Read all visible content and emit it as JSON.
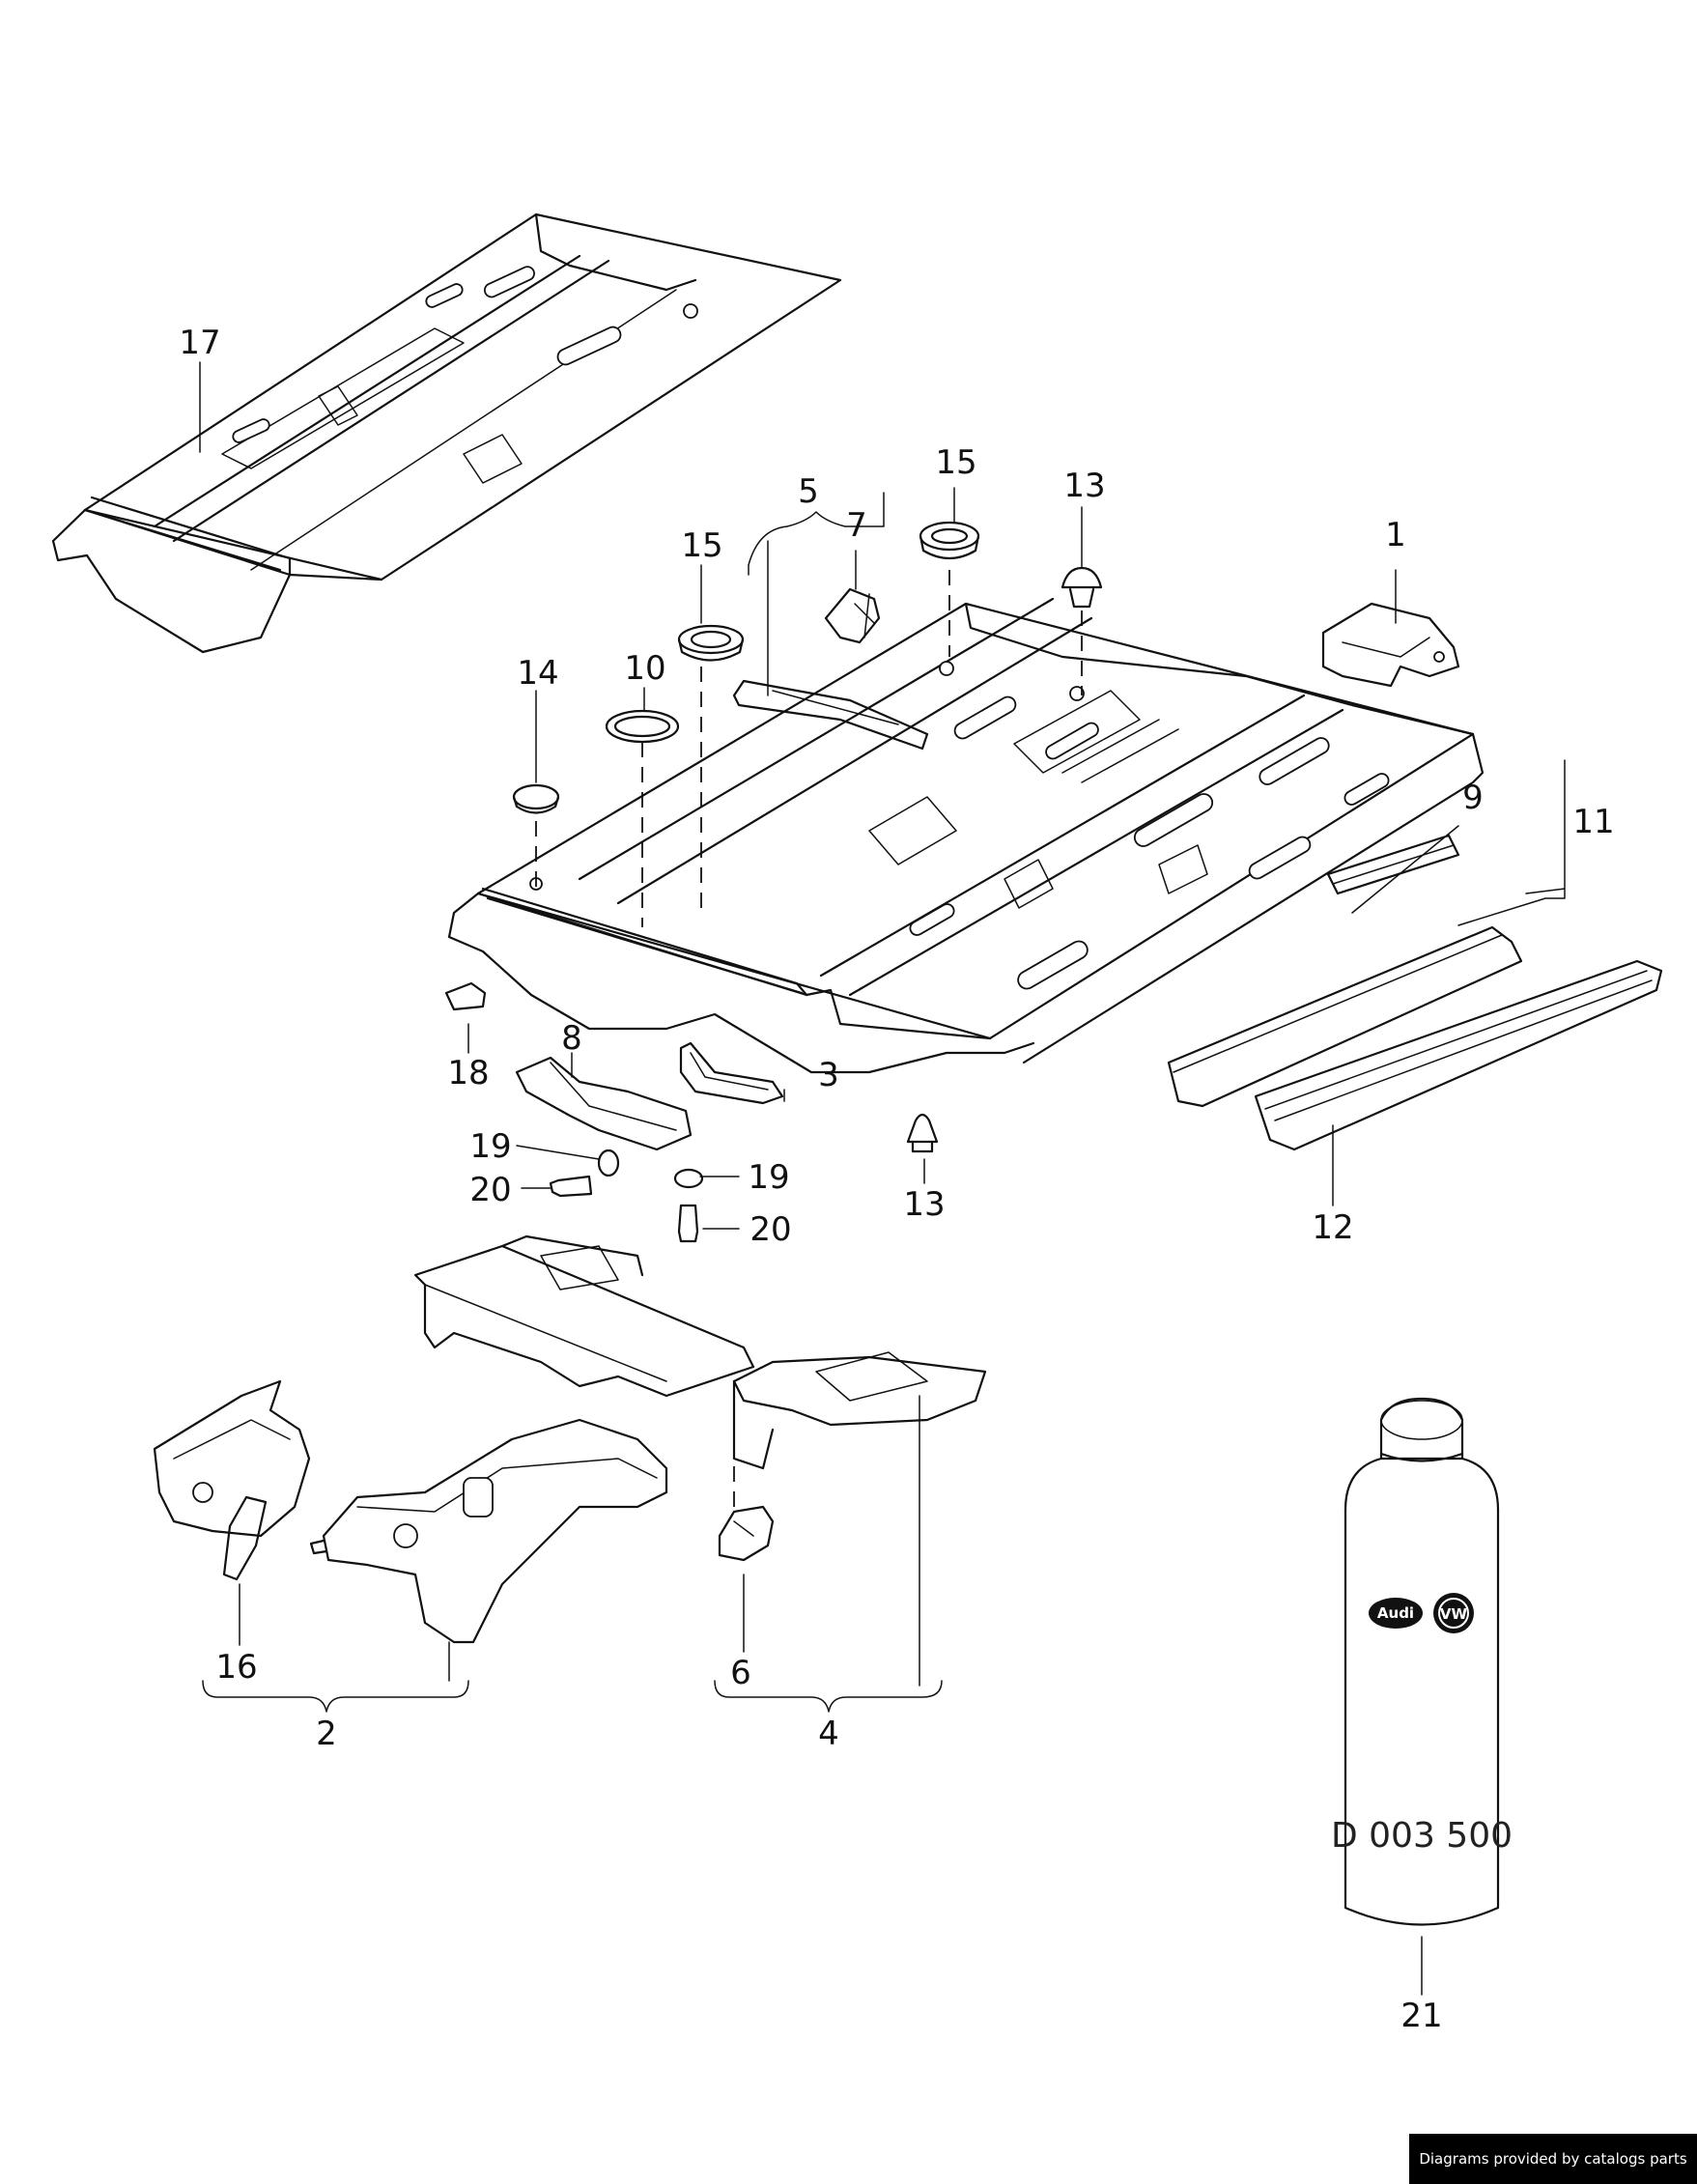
{
  "callouts": {
    "c1": "1",
    "c2": "2",
    "c3": "3",
    "c4": "4",
    "c5": "5",
    "c6": "6",
    "c7": "7",
    "c8": "8",
    "c9": "9",
    "c10": "10",
    "c11": "11",
    "c12": "12",
    "c13a": "13",
    "c13b": "13",
    "c14": "14",
    "c15a": "15",
    "c15b": "15",
    "c16": "16",
    "c17": "17",
    "c18": "18",
    "c19a": "19",
    "c19b": "19",
    "c20a": "20",
    "c20b": "20",
    "c21": "21"
  },
  "can": {
    "part_code": "D 003 500",
    "logo_left": "Audi",
    "logo_right": "VW"
  },
  "footer": {
    "credit": "Diagrams provided by catalogs parts"
  }
}
